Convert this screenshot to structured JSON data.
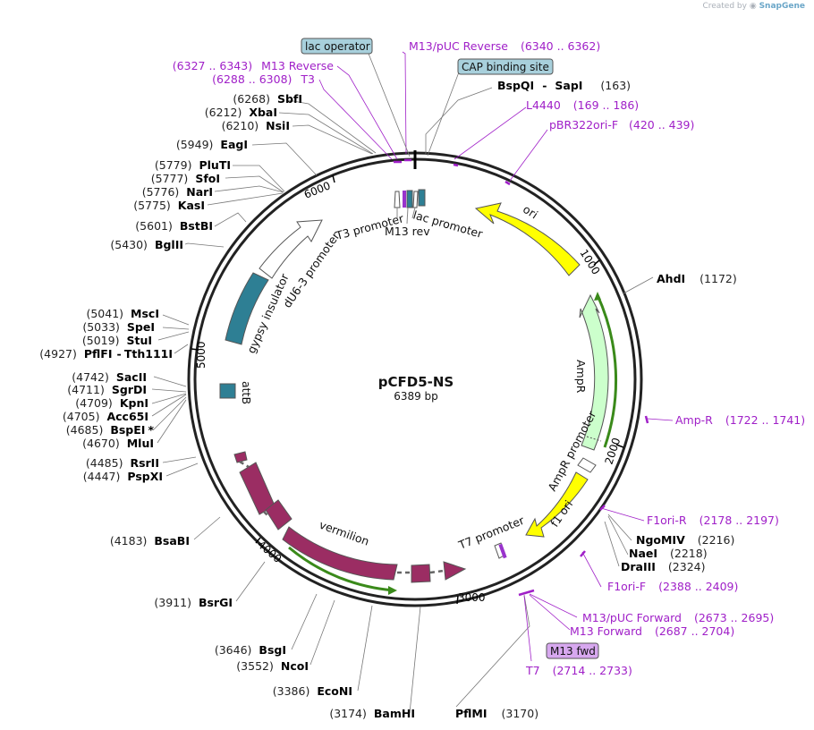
{
  "credit": {
    "prefix": "Created by",
    "brand": "SnapGene"
  },
  "plasmid": {
    "name": "pCFD5-NS",
    "length_label": "6389 bp",
    "length": 6389
  },
  "colors": {
    "backbone": "#222222",
    "primer": "#a020c8",
    "ori": "#ffff00",
    "amp": "#ccffcc",
    "f1ori": "#ffff00",
    "gypsy": "#2e7f94",
    "vermilion": "#9b2d63",
    "annotation_box": "#a8d0dc",
    "primer_box": "#d7a8ef"
  },
  "tick_marks": [
    "1000",
    "2000",
    "3000",
    "4000",
    "5000",
    "6000"
  ],
  "sites_right": [
    {
      "name": "BspQI",
      "name2": "SapI",
      "pos": "(163)"
    },
    {
      "name": "AhdI",
      "pos": "(1172)"
    },
    {
      "name": "NgoMIV",
      "pos": "(2216)"
    },
    {
      "name": "NaeI",
      "pos": "(2218)"
    },
    {
      "name": "DraIII",
      "pos": "(2324)"
    },
    {
      "name": "PflMI",
      "pos": "(3170)"
    }
  ],
  "sites_left": [
    {
      "name": "SbfI",
      "pos": "(6268)"
    },
    {
      "name": "XbaI",
      "pos": "(6212)"
    },
    {
      "name": "NsiI",
      "pos": "(6210)"
    },
    {
      "name": "EagI",
      "pos": "(5949)"
    },
    {
      "name": "PluTI",
      "pos": "(5779)"
    },
    {
      "name": "SfoI",
      "pos": "(5777)"
    },
    {
      "name": "NarI",
      "pos": "(5776)"
    },
    {
      "name": "KasI",
      "pos": "(5775)"
    },
    {
      "name": "BstBI",
      "pos": "(5601)"
    },
    {
      "name": "BglII",
      "pos": "(5430)"
    },
    {
      "name": "MscI",
      "pos": "(5041)"
    },
    {
      "name": "SpeI",
      "pos": "(5033)"
    },
    {
      "name": "StuI",
      "pos": "(5019)"
    },
    {
      "name": "PflFI",
      "name2": "Tth111I",
      "pos": "(4927)"
    },
    {
      "name": "SacII",
      "pos": "(4742)"
    },
    {
      "name": "SgrDI",
      "pos": "(4711)"
    },
    {
      "name": "KpnI",
      "pos": "(4709)"
    },
    {
      "name": "Acc65I",
      "pos": "(4705)"
    },
    {
      "name": "BspEI",
      "star": "*",
      "pos": "(4685)"
    },
    {
      "name": "MluI",
      "pos": "(4670)"
    },
    {
      "name": "RsrII",
      "pos": "(4485)"
    },
    {
      "name": "PspXI",
      "pos": "(4447)"
    },
    {
      "name": "BsaBI",
      "pos": "(4183)"
    },
    {
      "name": "BsrGI",
      "pos": "(3911)"
    },
    {
      "name": "BsgI",
      "pos": "(3646)"
    },
    {
      "name": "NcoI",
      "pos": "(3552)"
    },
    {
      "name": "EcoNI",
      "pos": "(3386)"
    },
    {
      "name": "BamHI",
      "pos": "(3174)"
    }
  ],
  "primers": [
    {
      "name": "M13/pUC Reverse",
      "range": "(6340 .. 6362)"
    },
    {
      "name": "M13 Reverse",
      "range": "(6327 .. 6343)"
    },
    {
      "name": "T3",
      "range": "(6288 .. 6308)"
    },
    {
      "name": "L4440",
      "range": "(169 .. 186)"
    },
    {
      "name": "pBR322ori-F",
      "range": "(420 .. 439)"
    },
    {
      "name": "Amp-R",
      "range": "(1722 .. 1741)"
    },
    {
      "name": "F1ori-R",
      "range": "(2178 .. 2197)"
    },
    {
      "name": "F1ori-F",
      "range": "(2388 .. 2409)"
    },
    {
      "name": "M13/pUC Forward",
      "range": "(2673 .. 2695)"
    },
    {
      "name": "M13 Forward",
      "range": "(2687 .. 2704)"
    },
    {
      "name": "T7",
      "range": "(2714 .. 2733)"
    }
  ],
  "boxed_labels": {
    "lac_operator": "lac operator",
    "cap_binding_site": "CAP binding site",
    "m13_fwd": "M13 fwd"
  },
  "features": {
    "ori": "ori",
    "ampr": "AmpR",
    "ampr_promoter": "AmpR promoter",
    "f1_ori": "f1 ori",
    "t7_promoter": "T7 promoter",
    "vermilion": "vermilion",
    "attb": "attB",
    "gypsy_insulator": "gypsy insulator",
    "du6_3_promoter": "dU6-3 promoter",
    "t3_promoter": "T3 promoter",
    "lac_promoter": "lac promoter",
    "m13_rev": "M13 rev"
  }
}
